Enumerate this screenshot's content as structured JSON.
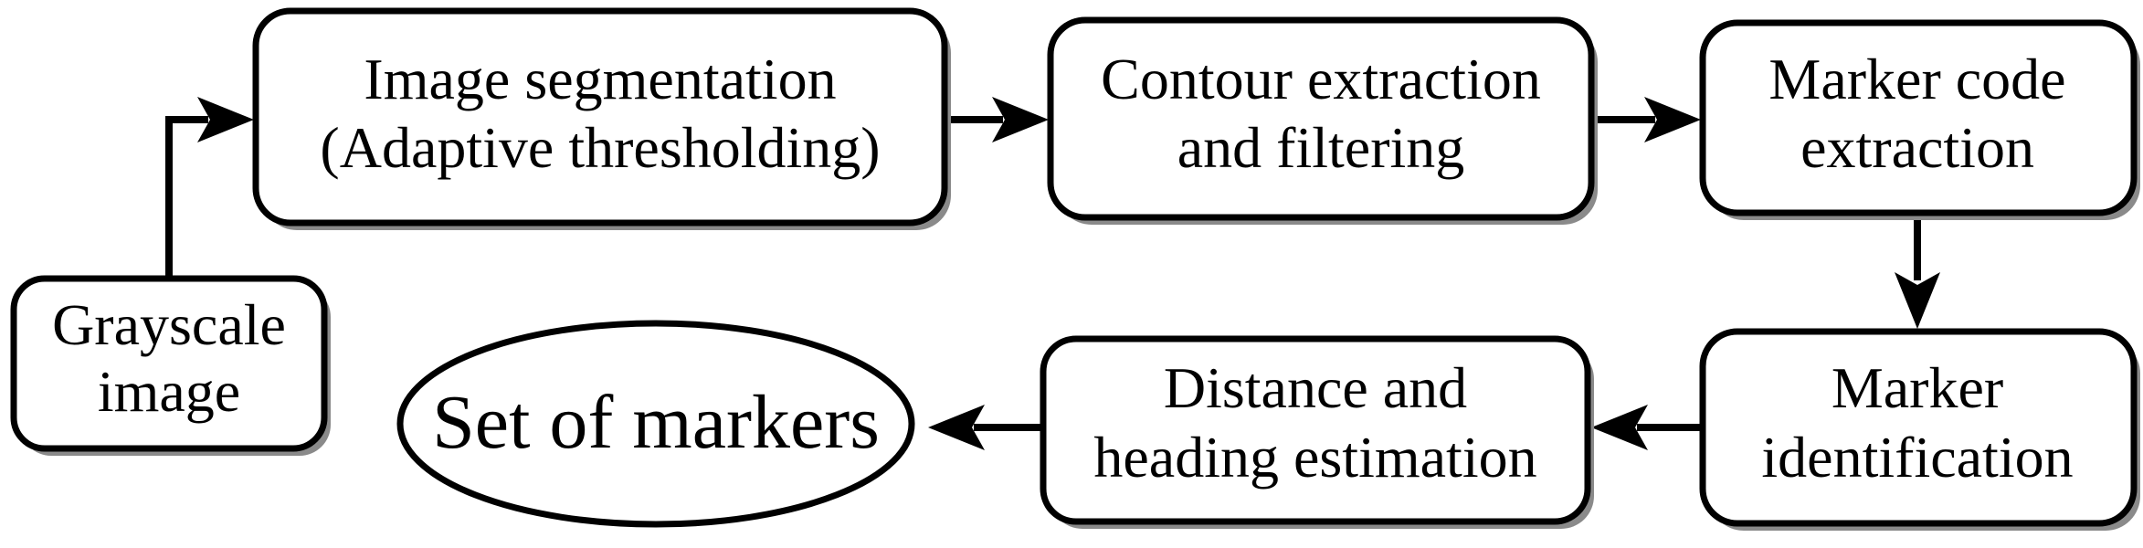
{
  "nodes": {
    "grayscale": {
      "line1": "Grayscale",
      "line2": "image"
    },
    "segmentation": {
      "line1": "Image segmentation",
      "line2": "(Adaptive thresholding)"
    },
    "contour": {
      "line1": "Contour extraction",
      "line2": "and filtering"
    },
    "code": {
      "line1": "Marker code",
      "line2": "extraction"
    },
    "identification": {
      "line1": "Marker",
      "line2": "identification"
    },
    "estimation": {
      "line1": "Distance and",
      "line2": "heading estimation"
    },
    "markers": {
      "label": "Set of markers"
    }
  }
}
